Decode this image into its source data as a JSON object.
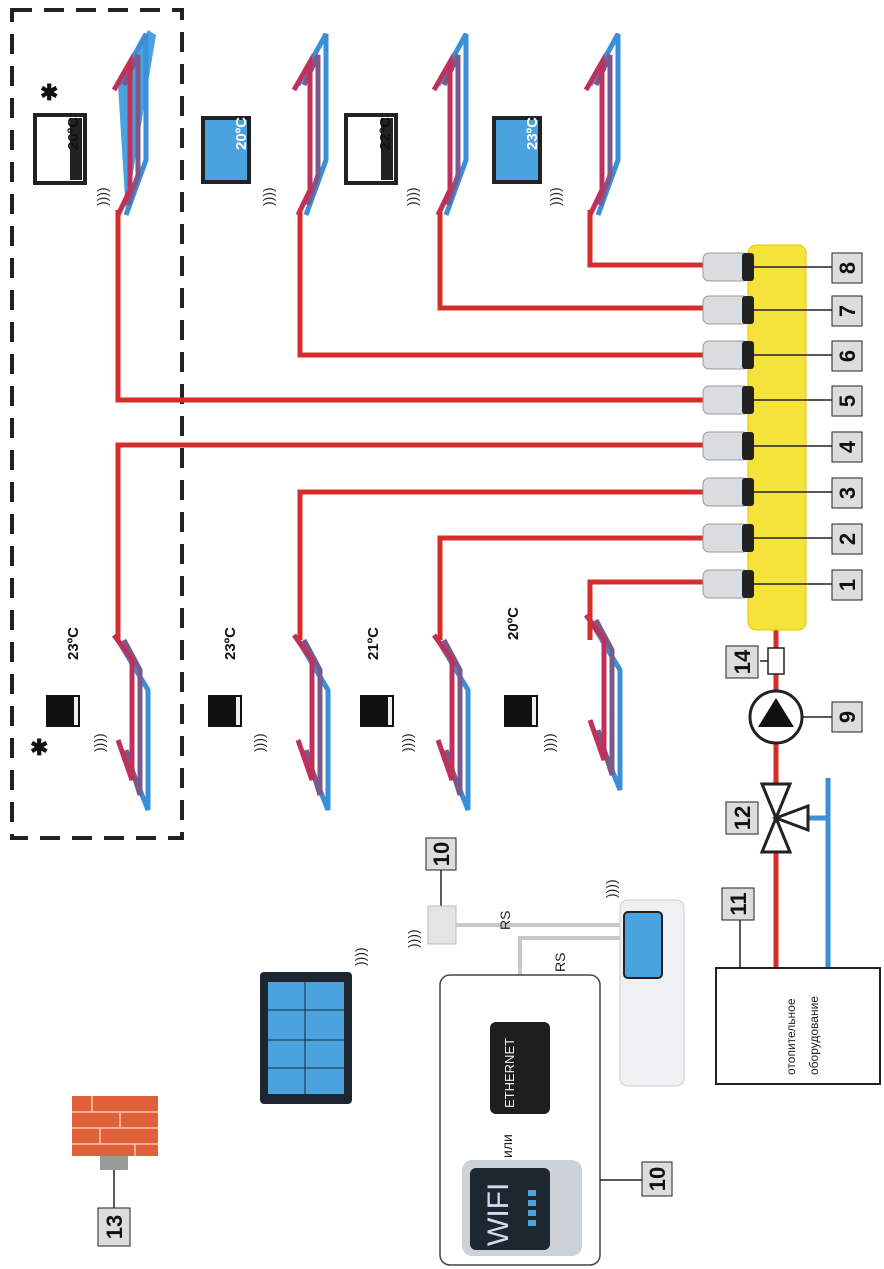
{
  "numbers": {
    "n1": "1",
    "n2": "2",
    "n3": "3",
    "n4": "4",
    "n5": "5",
    "n6": "6",
    "n7": "7",
    "n8": "8",
    "n9": "9",
    "n10a": "10",
    "n10b": "10",
    "n11": "11",
    "n12": "12",
    "n13": "13",
    "n14": "14"
  },
  "thermostats_top": [
    "20ºC",
    "20ºC",
    "22ºC",
    "23ºC"
  ],
  "thermostats_bottom": [
    "23ºC",
    "23ºC",
    "21ºC",
    "20ºC"
  ],
  "bus": {
    "rs_1": "RS",
    "rs_2": "RS"
  },
  "module": {
    "ethernet": "ETHERNET",
    "or": "или",
    "wifi": "WIFI"
  },
  "boiler": {
    "line1": "отопительное",
    "line2": "оборудование"
  },
  "colors": {
    "supply_pipe": "#d62c2c",
    "return_pipe": "#3a8fd8",
    "manifold": "#f5e23a",
    "screen_blue": "#4aa3df"
  }
}
